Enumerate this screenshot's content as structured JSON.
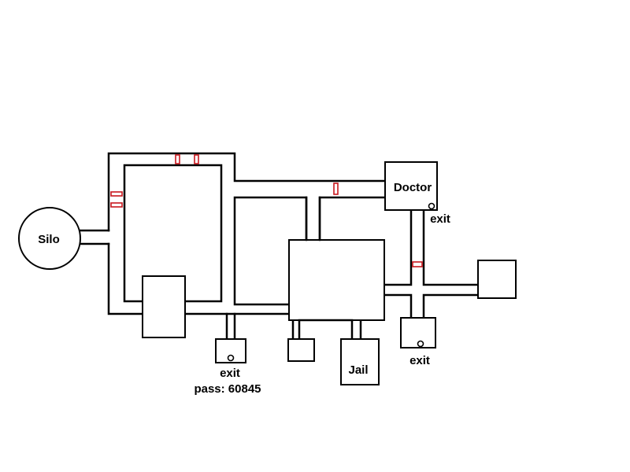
{
  "map": {
    "labels": {
      "silo": "Silo",
      "doctor": "Doctor",
      "doctor_exit": "exit",
      "jail": "Jail",
      "bottom_exit": "exit",
      "bottom_exit_pass": "pass: 60845",
      "right_exit": "exit"
    },
    "colors": {
      "walls": "#000000",
      "doors": "#c8171d",
      "background": "#ffffff"
    },
    "legend": {
      "door_marker": "red-rectangle",
      "exit_marker": "small-circle"
    }
  }
}
